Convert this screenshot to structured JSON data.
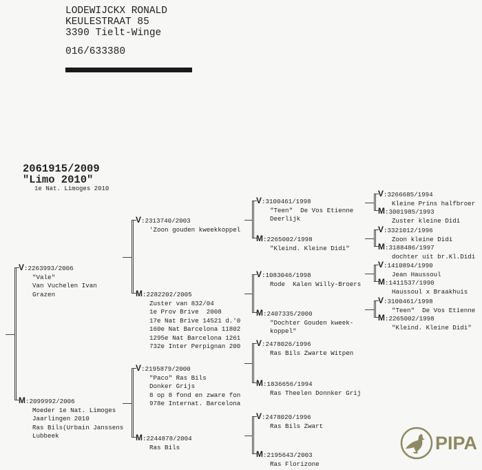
{
  "header": {
    "name": "LODEWIJCKX RONALD",
    "street": "KEULESTRAAT 85",
    "city": "3390  Tielt-Winge",
    "phone": "016/633380"
  },
  "subject": {
    "ring": "2061915/2009",
    "name": "\"Limo 2010\"",
    "note": "1e Nat. Limoges 2010"
  },
  "pedigree": {
    "g1_v": {
      "sex": "V",
      "ring": ":2263993/2006",
      "lines": [
        "\"Vale\"",
        "Van Vuchelen Ivan",
        "Grazen"
      ]
    },
    "g1_m": {
      "sex": "M",
      "ring": ":2099992/2006",
      "lines": [
        "Moeder 1e Nat. Limoges",
        "Jaarlingen 2010",
        "Ras Bils(Urbain Janssens",
        "Lubbeek"
      ]
    },
    "g2_vv": {
      "sex": "V",
      "ring": ":2313740/2003",
      "lines": [
        "'Zoon gouden kweekkoppel"
      ]
    },
    "g2_vm": {
      "sex": "M",
      "ring": ":2282202/2005",
      "lines": [
        "Zuster van 832/04",
        "1e Prov Brive  2008",
        "17e Nat Brive 14521 d.'0",
        "160e Nat Barcelona 11802",
        "1295e Nat Barcelona 1261",
        "732e Inter Perpignan 200"
      ]
    },
    "g2_mv": {
      "sex": "V",
      "ring": ":2195879/2000",
      "lines": [
        "\"Paco\" Ras Bils",
        "Donker Grijs",
        "8 op 8 fond en zware fon",
        "978e Internat. Barcelona"
      ]
    },
    "g2_mm": {
      "sex": "M",
      "ring": ":2244878/2004",
      "lines": [
        "Ras Bils"
      ]
    },
    "g3_1v": {
      "sex": "V",
      "ring": ":3100461/1998",
      "lines": [
        "\"Teen\"  De Vos Etienne",
        "Deerlijk"
      ]
    },
    "g3_1m": {
      "sex": "M",
      "ring": ":2265002/1998",
      "lines": [
        "\"Kleind. Kleine Didi\""
      ]
    },
    "g3_2v": {
      "sex": "V",
      "ring": ":1083046/1998",
      "lines": [
        "Rode  Kalen Willy-Broers"
      ]
    },
    "g3_2m": {
      "sex": "M",
      "ring": ":2407335/2000",
      "lines": [
        "\"Dochter Gouden kweek-",
        "koppel\""
      ]
    },
    "g3_3v": {
      "sex": "V",
      "ring": ":2478026/1996",
      "lines": [
        "Ras Bils Zwarte Witpen"
      ]
    },
    "g3_3m": {
      "sex": "M",
      "ring": ":1836656/1994",
      "lines": [
        "Ras Theelen Donnker Grij"
      ]
    },
    "g3_4v": {
      "sex": "V",
      "ring": ":2478020/1996",
      "lines": [
        "Ras Bils Zwart"
      ]
    },
    "g3_4m": {
      "sex": "M",
      "ring": ":2195643/2003",
      "lines": [
        "Ras Florizone"
      ]
    },
    "g4_1v": {
      "sex": "V",
      "ring": ":3266685/1994",
      "lines": [
        "Kleine Prins halfbroer"
      ]
    },
    "g4_1m": {
      "sex": "M",
      "ring": ":3001985/1993",
      "lines": [
        "Zuster kleine Didi"
      ]
    },
    "g4_2v": {
      "sex": "V",
      "ring": ":3321012/1996",
      "lines": [
        "Zoon kleine Didi"
      ]
    },
    "g4_2m": {
      "sex": "M",
      "ring": ":3188486/1997",
      "lines": [
        "dochter uit br.Kl.Didi"
      ]
    },
    "g4_3v": {
      "sex": "V",
      "ring": ":1410894/1990",
      "lines": [
        "Jean Haussoul"
      ]
    },
    "g4_3m": {
      "sex": "M",
      "ring": ":1411537/1990",
      "lines": [
        "Haussoul x Braakhuis"
      ]
    },
    "g4_4v": {
      "sex": "V",
      "ring": ":3100461/1998",
      "lines": [
        "\"Teen\"  De Vos Etienne"
      ]
    },
    "g4_4m": {
      "sex": "M",
      "ring": ":2265002/1998",
      "lines": [
        "\"Kleind. Kleine Didi\""
      ]
    }
  },
  "logo": {
    "text": "PIPA"
  },
  "colors": {
    "logo": "#8d8a63",
    "ink": "#222222",
    "paper": "#f7f7f5"
  }
}
